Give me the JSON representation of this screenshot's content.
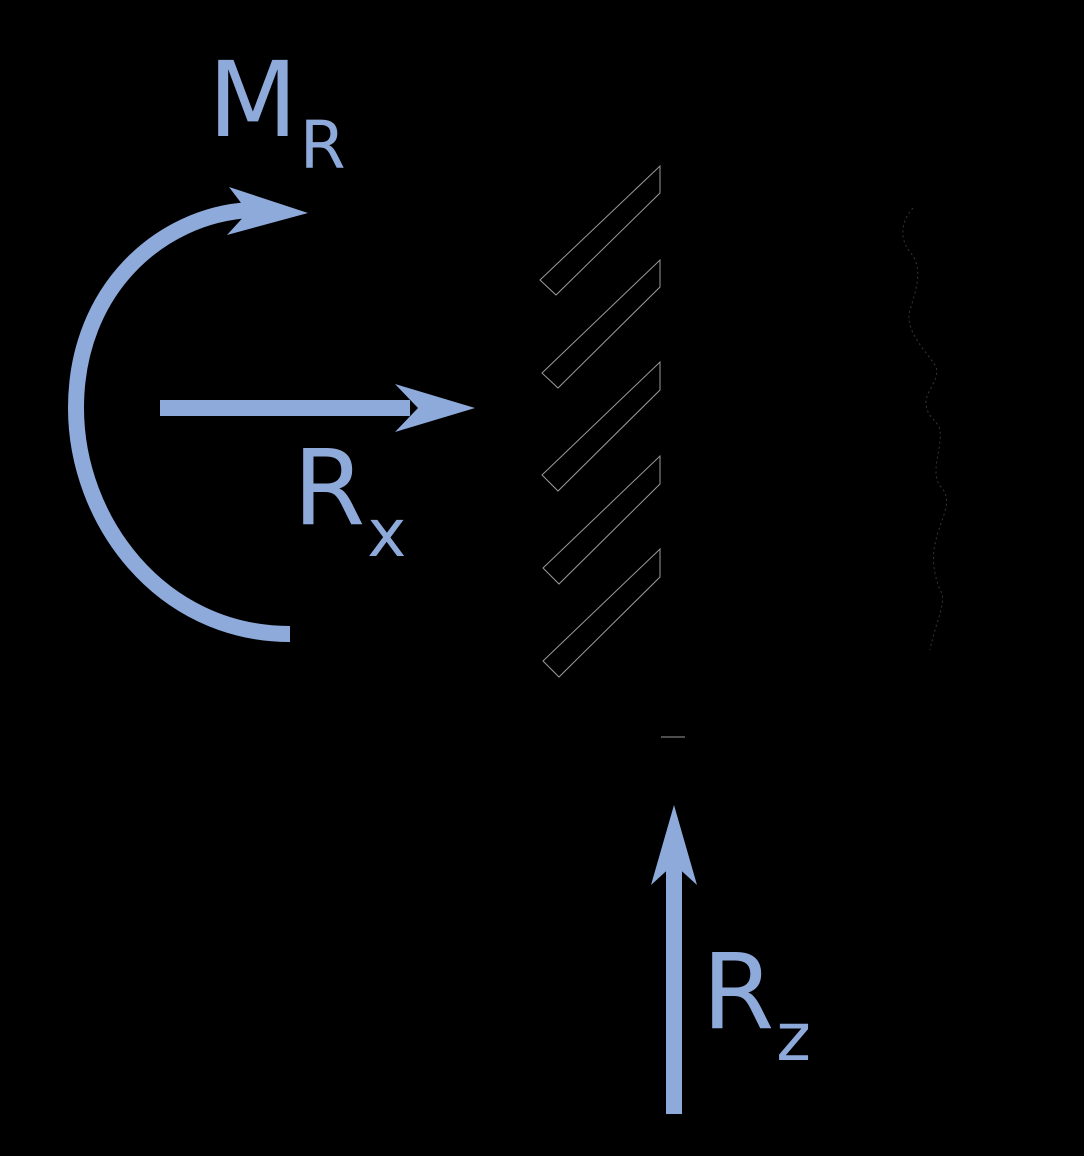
{
  "diagram": {
    "type": "fixed-support free body diagram",
    "background_color": "#000000",
    "arrow_color": "#8eaadb",
    "support_color": "#000000",
    "support_outline_color": "#9a9a9a",
    "labels": {
      "moment": {
        "main": "M",
        "sub": "R"
      },
      "horizontal_reaction": {
        "main": "R",
        "sub": "x"
      },
      "vertical_reaction": {
        "main": "R",
        "sub": "z"
      }
    },
    "elements": [
      {
        "name": "moment-arrow",
        "kind": "curved arrow",
        "direction": "clockwise",
        "label": "M_R"
      },
      {
        "name": "horizontal-reaction-arrow",
        "kind": "straight arrow",
        "direction": "right",
        "label": "R_x"
      },
      {
        "name": "vertical-reaction-arrow",
        "kind": "straight arrow",
        "direction": "up",
        "label": "R_z"
      },
      {
        "name": "fixed-wall-hatching",
        "kind": "hatch marks",
        "count": 5
      },
      {
        "name": "break-line",
        "kind": "wavy line"
      }
    ]
  }
}
